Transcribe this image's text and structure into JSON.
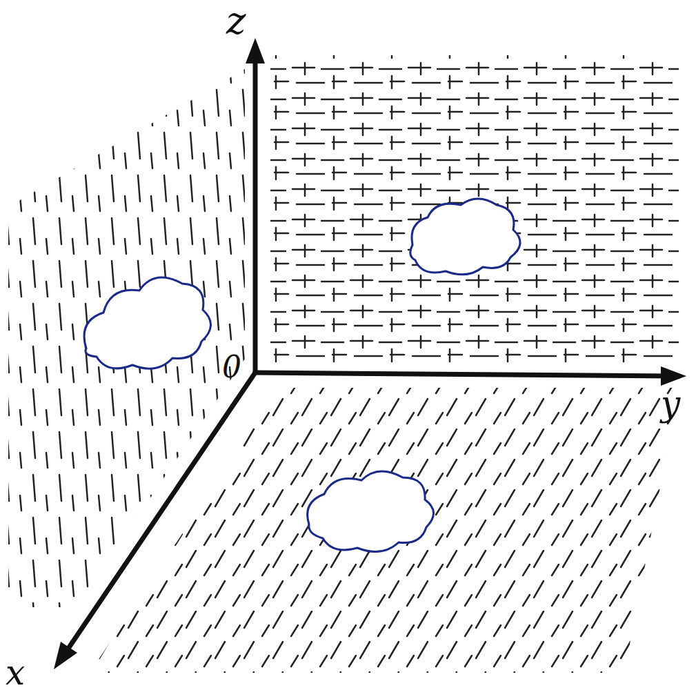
{
  "diagram": {
    "labels": [
      "z",
      "0",
      "y",
      "x"
    ]
  }
}
